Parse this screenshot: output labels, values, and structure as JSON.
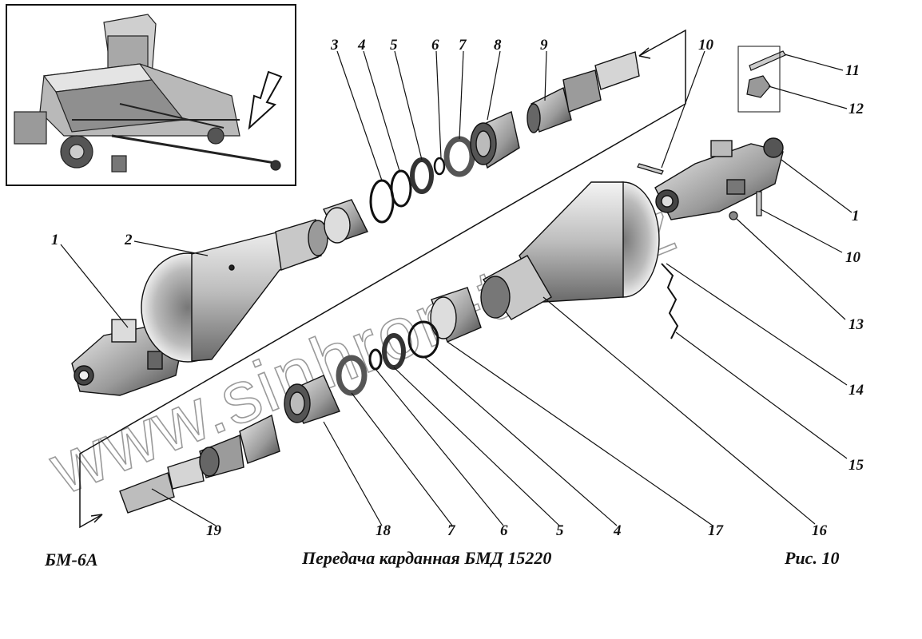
{
  "caption": {
    "model_code": "БМ-6А",
    "title": "Передача карданная  БМД 15220",
    "figure_label": "Рис.  10"
  },
  "watermark": "www.sinhron-too.kz",
  "callouts": [
    "1",
    "2",
    "3",
    "4",
    "5",
    "6",
    "7",
    "8",
    "9",
    "10",
    "11",
    "12",
    "1",
    "10",
    "13",
    "14",
    "15",
    "16",
    "17",
    "4",
    "5",
    "6",
    "7",
    "18",
    "19"
  ],
  "colors": {
    "ink": "#111111",
    "shade": "#777777",
    "light": "#d8d8d8",
    "watermark": "#9a9a9a"
  }
}
